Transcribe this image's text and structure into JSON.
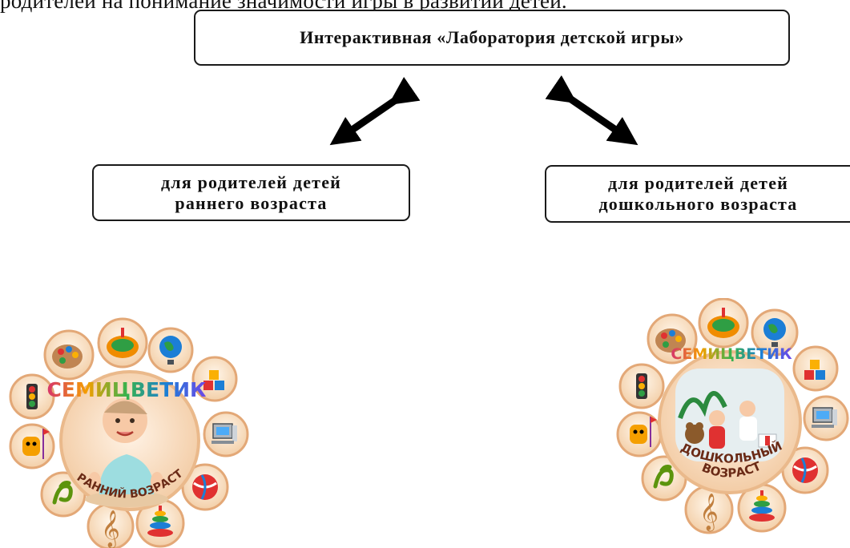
{
  "top_text": "родителей на понимание значимости игры в развитии детей.",
  "diagram": {
    "main_box": "Интерактивная «Лаборатория детской игры»",
    "left_box": {
      "line1": "для родителей детей",
      "line2": "раннего возраста"
    },
    "right_box": {
      "line1": "для родителей детей",
      "line2": "дошкольного возраста"
    }
  },
  "emblems": {
    "left": {
      "logo": "СЕМИЦВЕТИК",
      "caption": "РАННИЙ ВОЗРАСТ",
      "icons": [
        "traffic-light-icon",
        "palette-icon",
        "spinning-top-icon",
        "globe-icon",
        "blocks-icon",
        "computer-icon",
        "ball-icon",
        "pyramid-toy-icon",
        "treble-clef-icon",
        "dragon-icon",
        "toy-character-icon"
      ]
    },
    "right": {
      "logo": "СЕМИЦВЕТИК",
      "caption_line1": "ДОШКОЛЬНЫЙ",
      "caption_line2": "ВОЗРАСТ",
      "icons": [
        "traffic-light-icon",
        "palette-icon",
        "spinning-top-icon",
        "globe-icon",
        "blocks-icon",
        "computer-icon",
        "ball-icon",
        "pyramid-toy-icon",
        "treble-clef-icon",
        "dragon-icon",
        "toy-character-icon"
      ]
    }
  },
  "colors": {
    "outline": "#1a1a1a",
    "petal_fill": "#f6dcc0",
    "petal_ring": "#e9b98c",
    "center_fill": "#fbe7d3",
    "caption_text": "#6a2a16"
  }
}
